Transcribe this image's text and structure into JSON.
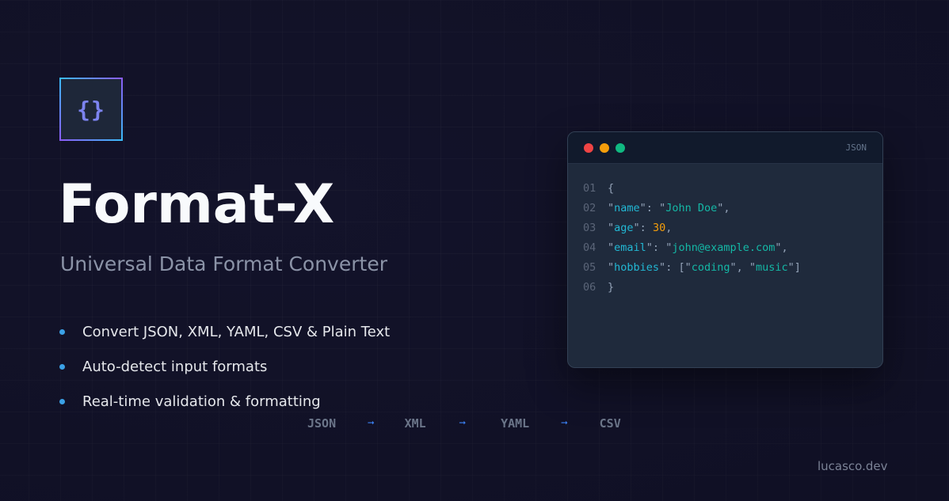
{
  "logo": {
    "glyph": "{}",
    "icon": "curly-braces-icon"
  },
  "hero": {
    "title": "Format-X",
    "subtitle": "Universal Data Format Converter"
  },
  "features": [
    {
      "label": "Convert JSON, XML, YAML, CSV & Plain Text"
    },
    {
      "label": "Auto-detect input formats"
    },
    {
      "label": "Real-time validation & formatting"
    }
  ],
  "flow": {
    "formats": [
      "JSON",
      "XML",
      "YAML",
      "CSV"
    ],
    "arrow": "➞"
  },
  "footer": {
    "site": "lucasco.dev"
  },
  "code_window": {
    "tag": "JSON",
    "lines": [
      {
        "num": "01",
        "tokens": [
          {
            "t": "{",
            "c": "punc"
          }
        ]
      },
      {
        "num": "02",
        "tokens": [
          {
            "t": "\"",
            "c": "punc"
          },
          {
            "t": "name",
            "c": "key"
          },
          {
            "t": "\"",
            "c": "punc"
          },
          {
            "t": ": ",
            "c": "punc"
          },
          {
            "t": "\"",
            "c": "punc"
          },
          {
            "t": "John Doe",
            "c": "str"
          },
          {
            "t": "\",",
            "c": "punc"
          }
        ]
      },
      {
        "num": "03",
        "tokens": [
          {
            "t": "\"",
            "c": "punc"
          },
          {
            "t": "age",
            "c": "key"
          },
          {
            "t": "\"",
            "c": "punc"
          },
          {
            "t": ": ",
            "c": "punc"
          },
          {
            "t": "30",
            "c": "num"
          },
          {
            "t": ",",
            "c": "punc"
          }
        ]
      },
      {
        "num": "04",
        "tokens": [
          {
            "t": "\"",
            "c": "punc"
          },
          {
            "t": "email",
            "c": "key"
          },
          {
            "t": "\"",
            "c": "punc"
          },
          {
            "t": ": ",
            "c": "punc"
          },
          {
            "t": "\"",
            "c": "punc"
          },
          {
            "t": "john@example.com",
            "c": "str"
          },
          {
            "t": "\",",
            "c": "punc"
          }
        ]
      },
      {
        "num": "05",
        "tokens": [
          {
            "t": "\"",
            "c": "punc"
          },
          {
            "t": "hobbies",
            "c": "key"
          },
          {
            "t": "\"",
            "c": "punc"
          },
          {
            "t": ": [",
            "c": "punc"
          },
          {
            "t": "\"",
            "c": "punc"
          },
          {
            "t": "coding",
            "c": "str"
          },
          {
            "t": "\", ",
            "c": "punc"
          },
          {
            "t": "\"",
            "c": "punc"
          },
          {
            "t": "music",
            "c": "str"
          },
          {
            "t": "\"]",
            "c": "punc"
          }
        ]
      },
      {
        "num": "06",
        "tokens": [
          {
            "t": "}",
            "c": "punc"
          }
        ]
      }
    ]
  },
  "colors": {
    "background": "#13132a",
    "accent_blue": "#3b82f6",
    "bullet": "#3ba1e6",
    "logo_glyph": "#7c83f0",
    "code_key": "#22b8d4",
    "code_string": "#14b8a6",
    "code_number": "#f59e0b",
    "dot_red": "#ef4444",
    "dot_yellow": "#f59e0b",
    "dot_green": "#10b981"
  }
}
